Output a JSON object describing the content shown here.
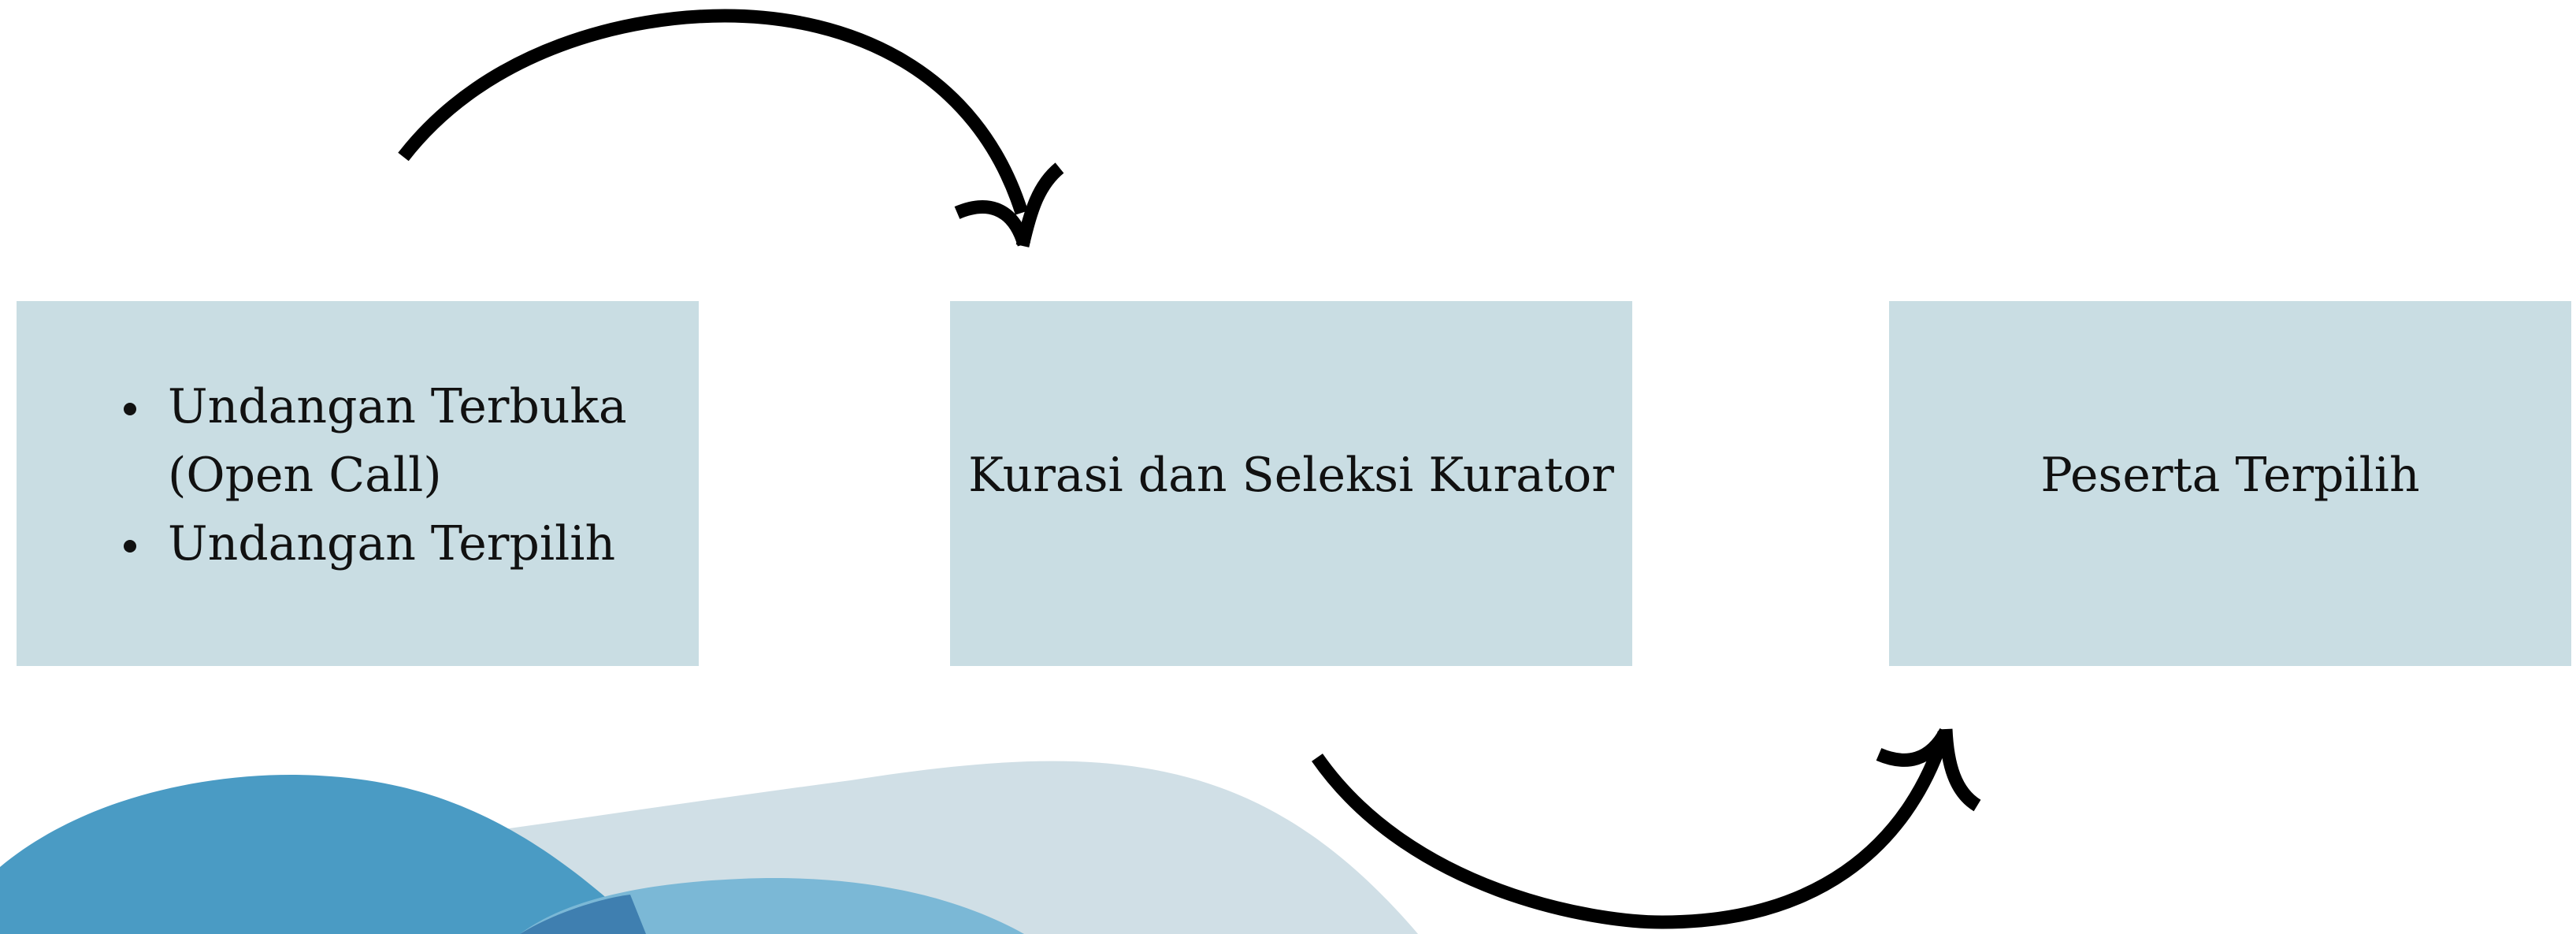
{
  "boxes": [
    {
      "bullets": [
        "Undangan Terbuka (Open Call)",
        "Undangan Terpilih"
      ]
    },
    {
      "label": "Kurasi dan Seleksi Kurator"
    },
    {
      "label": "Peserta Terpilih"
    }
  ],
  "colors": {
    "box_fill": "#c9dde3",
    "arrow": "#000000",
    "wave_light": "#d0dfe6",
    "wave_mid": "#7bb8d6",
    "wave_dark": "#4a9bc4"
  }
}
